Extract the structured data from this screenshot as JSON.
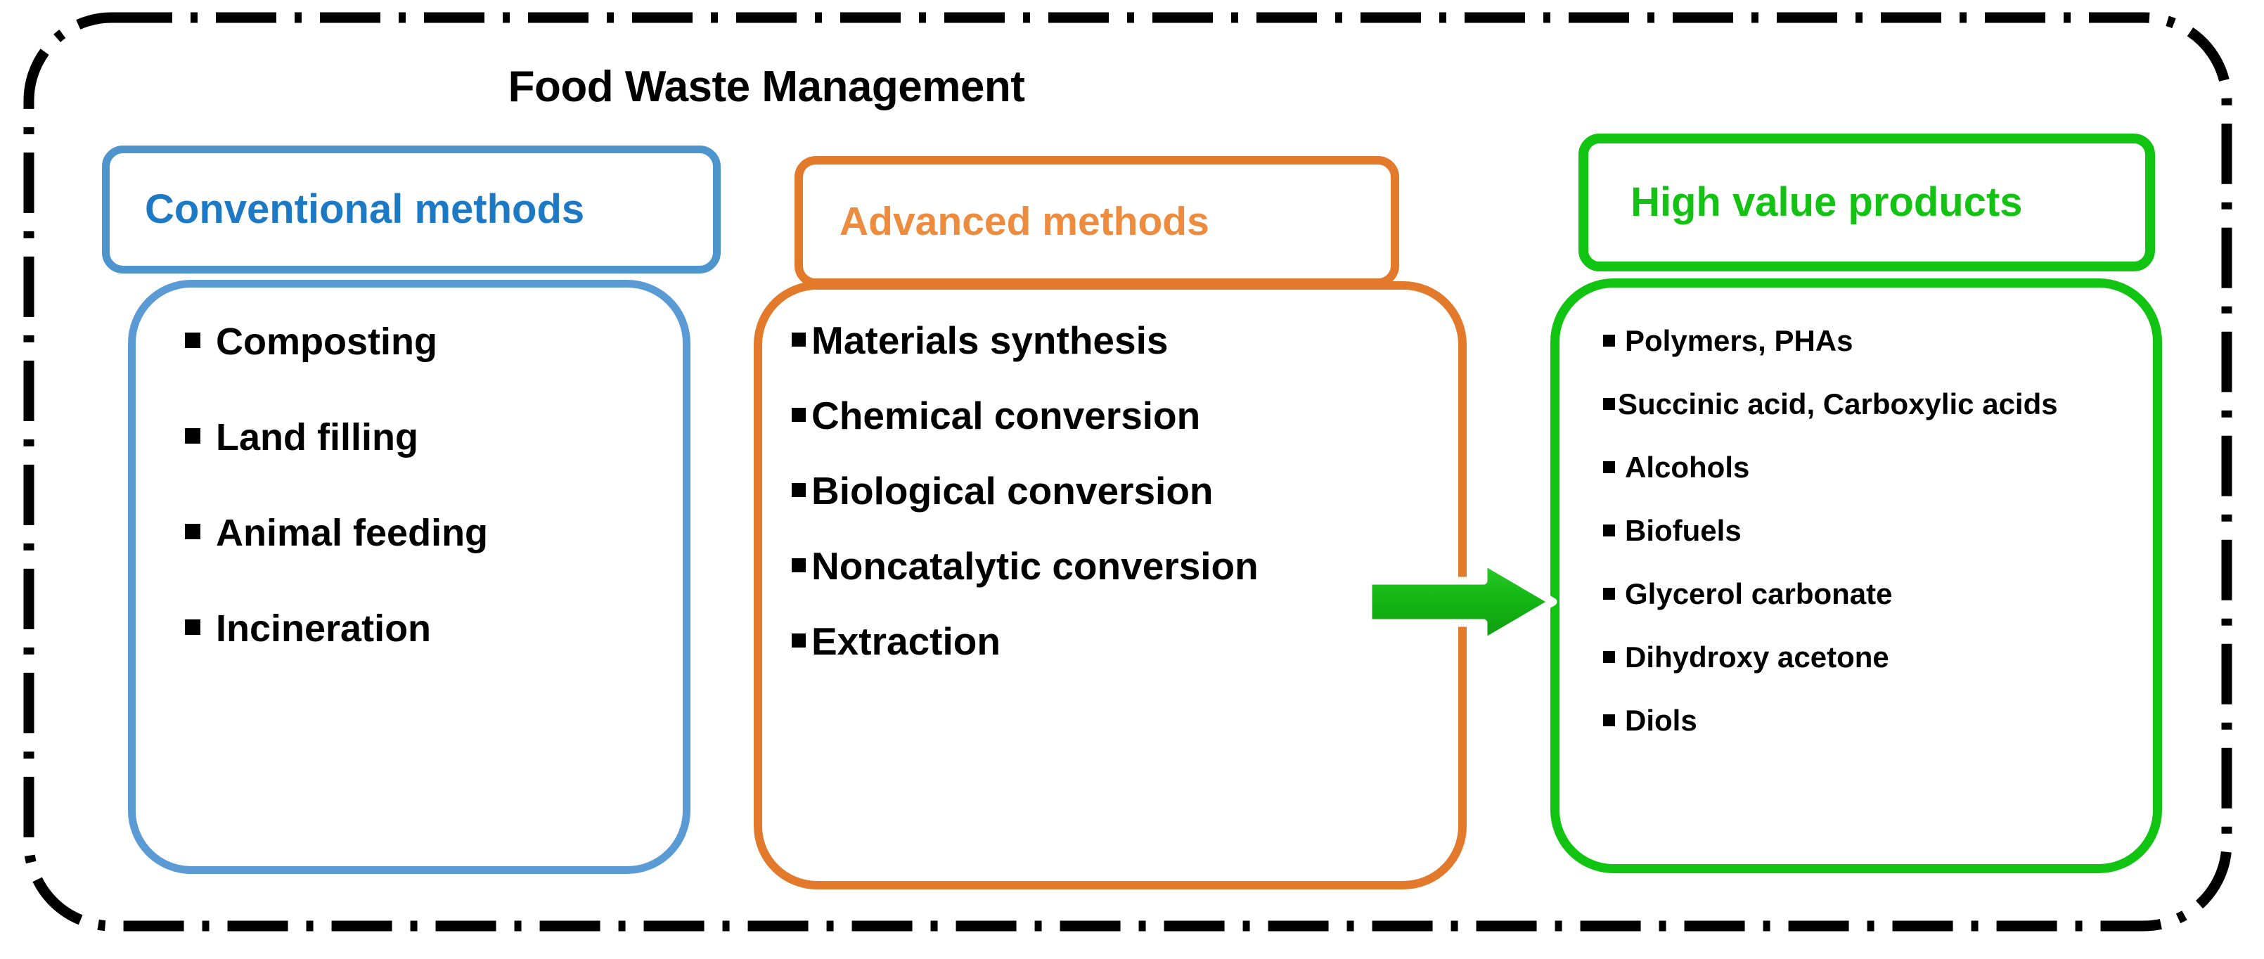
{
  "diagram": {
    "title": "Food Waste Management",
    "colors": {
      "conventional": "#2E8BC9",
      "advanced": "#E2792B",
      "products": "#12C412",
      "title": "#000000",
      "frame": "#000000",
      "arrow_fill": "#16B516",
      "arrow_outline": "#FFFFFF"
    },
    "frame": {
      "style": "dash-dot",
      "shape": "rounded-rectangle"
    },
    "columns": [
      {
        "id": "conventional",
        "header": "Conventional methods",
        "items": [
          "Composting",
          "Land filling",
          "Animal feeding",
          "Incineration"
        ]
      },
      {
        "id": "advanced",
        "header": "Advanced methods",
        "items": [
          "Materials synthesis",
          "Chemical conversion",
          "Biological conversion",
          "Noncatalytic conversion",
          "Extraction"
        ]
      },
      {
        "id": "products",
        "header": "High value products",
        "items": [
          "Polymers, PHAs",
          "Succinic acid, Carboxylic acids",
          "Alcohols",
          "Biofuels",
          "Glycerol carbonate",
          "Dihydroxy acetone",
          "Diols"
        ]
      }
    ],
    "arrow": {
      "name": "advanced-to-products-arrow",
      "direction": "right"
    }
  }
}
